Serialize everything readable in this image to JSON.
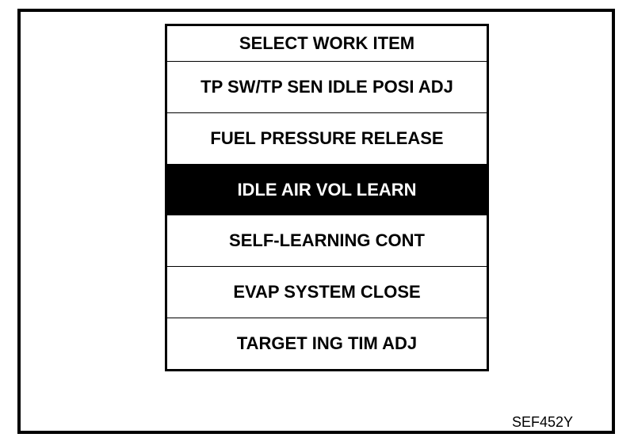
{
  "menu": {
    "title": "SELECT WORK ITEM",
    "items": [
      {
        "label": "TP SW/TP SEN IDLE POSI ADJ",
        "selected": false
      },
      {
        "label": "FUEL PRESSURE RELEASE",
        "selected": false
      },
      {
        "label": "IDLE AIR VOL LEARN",
        "selected": true
      },
      {
        "label": "SELF-LEARNING CONT",
        "selected": false
      },
      {
        "label": "EVAP SYSTEM CLOSE",
        "selected": false
      },
      {
        "label": "TARGET ING TIM ADJ",
        "selected": false
      }
    ]
  },
  "figure_code": "SEF452Y",
  "colors": {
    "border": "#000000",
    "background": "#ffffff",
    "selected_bg": "#000000",
    "selected_text": "#ffffff"
  }
}
